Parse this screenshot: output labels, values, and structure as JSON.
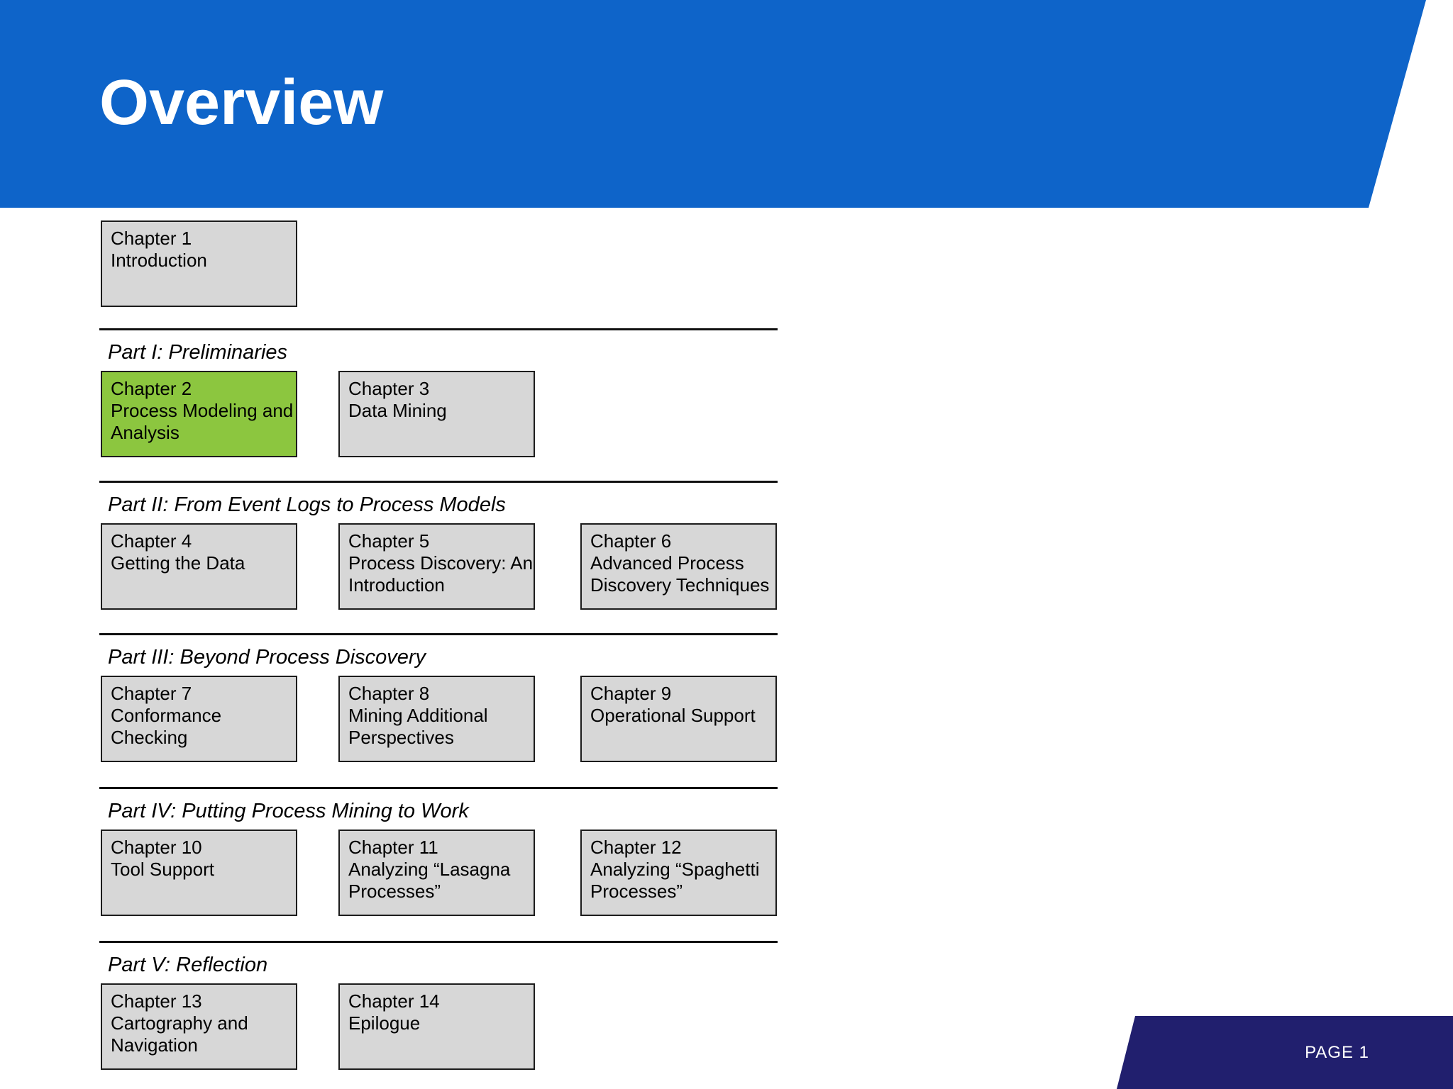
{
  "slide": {
    "title": "Overview",
    "page_label": "PAGE 1",
    "colors": {
      "header_blue": "#0e64c9",
      "footer_navy": "#211f6e",
      "box_gray": "#d7d7d7",
      "box_border": "#1c1c1c",
      "highlight_green": "#8cc63f",
      "text_black": "#000000",
      "divider_black": "#111111"
    }
  },
  "intro_box": {
    "chapter": "Chapter 1",
    "title_lines": [
      "Introduction"
    ],
    "highlighted": false
  },
  "sections": [
    {
      "label": "Part I: Preliminaries",
      "boxes": [
        {
          "chapter": "Chapter 2",
          "title_lines": [
            "Process Modeling and",
            "Analysis"
          ],
          "highlighted": true
        },
        {
          "chapter": "Chapter 3",
          "title_lines": [
            "Data Mining"
          ],
          "highlighted": false
        }
      ]
    },
    {
      "label": "Part II: From Event Logs to Process Models",
      "boxes": [
        {
          "chapter": "Chapter 4",
          "title_lines": [
            "Getting the Data"
          ],
          "highlighted": false
        },
        {
          "chapter": "Chapter 5",
          "title_lines": [
            "Process Discovery: An",
            "Introduction"
          ],
          "highlighted": false
        },
        {
          "chapter": "Chapter 6",
          "title_lines": [
            "Advanced Process",
            "Discovery Techniques"
          ],
          "highlighted": false
        }
      ]
    },
    {
      "label": "Part III: Beyond Process Discovery",
      "boxes": [
        {
          "chapter": "Chapter 7",
          "title_lines": [
            "Conformance",
            "Checking"
          ],
          "highlighted": false
        },
        {
          "chapter": "Chapter 8",
          "title_lines": [
            "Mining Additional",
            "Perspectives"
          ],
          "highlighted": false
        },
        {
          "chapter": "Chapter 9",
          "title_lines": [
            "Operational Support"
          ],
          "highlighted": false
        }
      ]
    },
    {
      "label": "Part IV: Putting Process Mining to Work",
      "boxes": [
        {
          "chapter": "Chapter 10",
          "title_lines": [
            "Tool Support"
          ],
          "highlighted": false
        },
        {
          "chapter": "Chapter 11",
          "title_lines": [
            "Analyzing “Lasagna",
            "Processes”"
          ],
          "highlighted": false
        },
        {
          "chapter": "Chapter 12",
          "title_lines": [
            "Analyzing “Spaghetti",
            "Processes”"
          ],
          "highlighted": false
        }
      ]
    },
    {
      "label": "Part V: Reflection",
      "boxes": [
        {
          "chapter": "Chapter 13",
          "title_lines": [
            "Cartography and",
            "Navigation"
          ],
          "highlighted": false
        },
        {
          "chapter": "Chapter 14",
          "title_lines": [
            "Epilogue"
          ],
          "highlighted": false
        }
      ]
    }
  ]
}
